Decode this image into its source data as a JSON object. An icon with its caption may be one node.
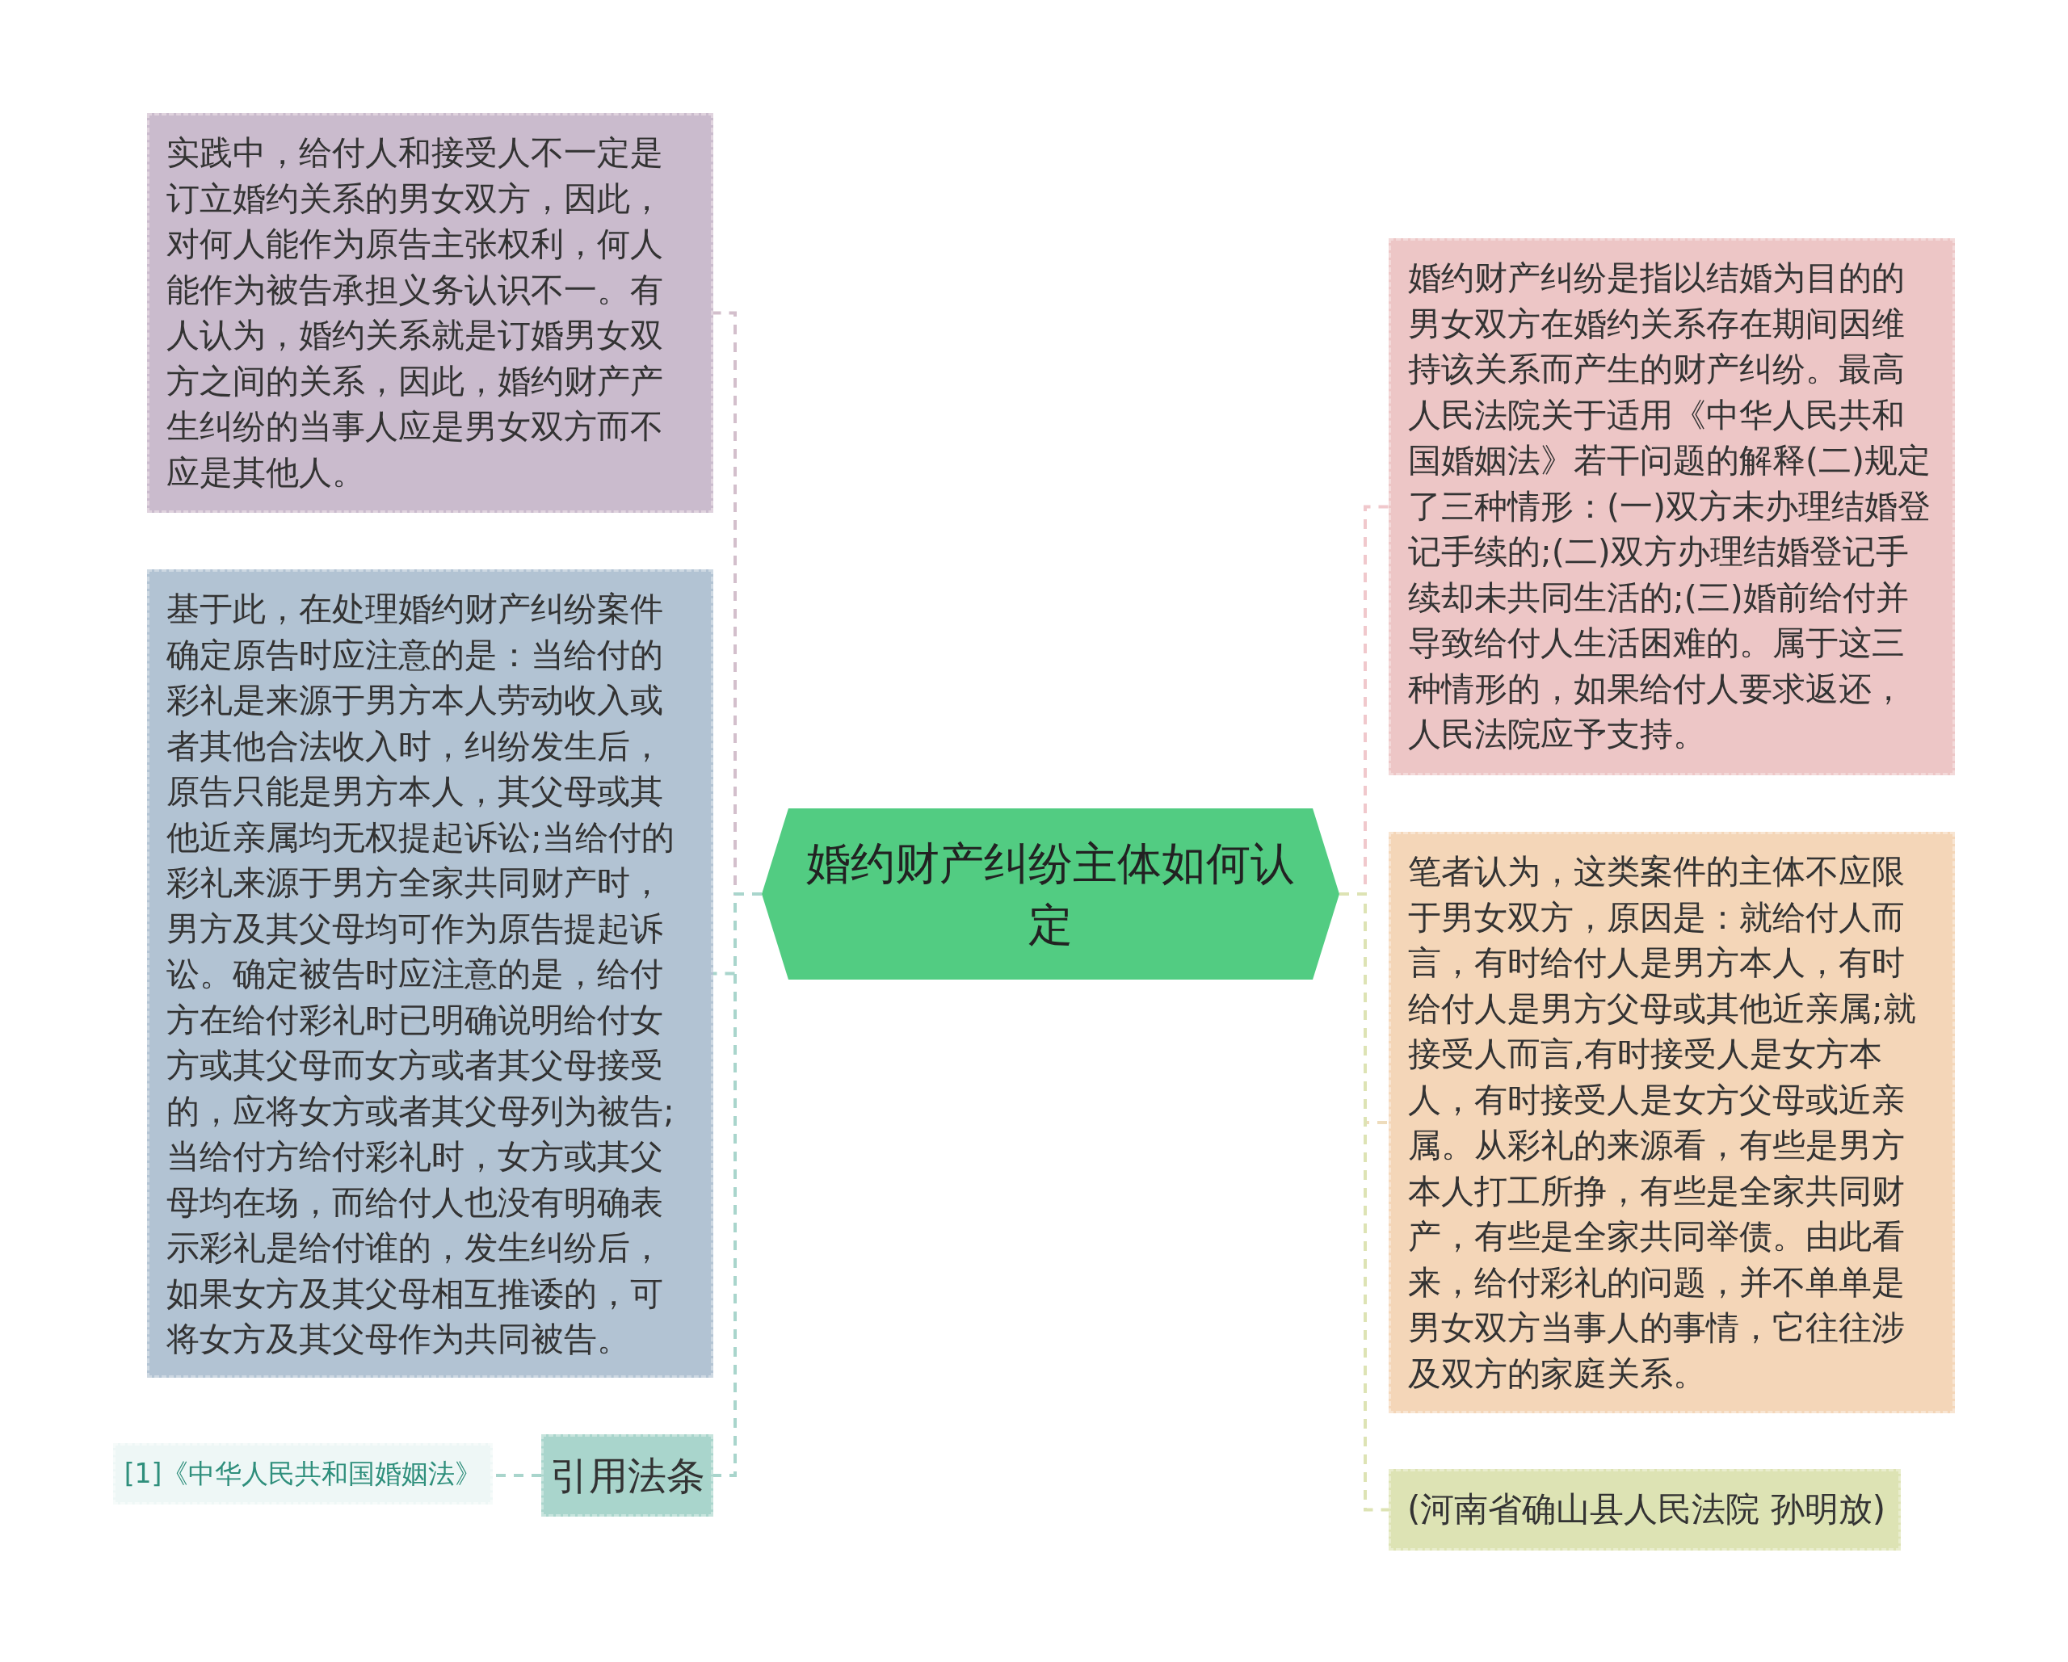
{
  "diagram": {
    "nodes": [
      {
        "text": [
          "婚约财产纠纷主体如何认定"
        ]
      },
      {
        "text": [
          "实践中，给付人和接受人不一定是订立婚约关系的男女双方，因此，对何人能作为原告主张权利，何人能作为被告承担义务认识不一。有人认为，婚约关系就是订婚男女双方之间的关系，因此，婚约财产产生纠纷的当事人应是男女双方而不应是其他人。"
        ]
      },
      {
        "text": [
          "基于此，在处理婚约财产纠纷案件确定原告时应注意的是：当给付的彩礼是来源于男方本人劳动收入或者其他合法收入时，纠纷发生后，原告只能是男方本人，其父母或其他近亲属均无权提起诉讼;当给付的彩礼来源于男方全家共同财产时，男方及其父母均可作为原告提起诉讼。确定被告时应注意的是，给付方在给付彩礼时已明确说明给付女方或其父母而女方或者其父母接受的，应将女方或者其父母列为被告;当给付方给付彩礼时，女方或其父母均在场，而给付人也没有明确表示彩礼是给付谁的，发生纠纷后，如果女方及其父母相互推诿的，可将女方及其父母作为共同被告。"
        ]
      },
      {
        "text": [
          "引用法条"
        ]
      },
      {
        "text": [
          "[1]《中华人民共和国婚姻法》"
        ]
      },
      {
        "text": [
          "婚约财产纠纷是指以结婚为目的的男女双方在婚约关系存在期间因维持该关系而产生的财产纠纷。最高人民法院关于适用《中华人民共和国婚姻法》若干问题的解释(二)规定了三种情形：(一)双方未办理结婚登记手续的;(二)双方办理结婚登记手续却未共同生活的;(三)婚前给付并导致给付人生活困难的。属于这三种情形的，如果给付人要求返还，人民法院应予支持。"
        ]
      },
      {
        "text": [
          "笔者认为，这类案件的主体不应限于男女双方，原因是：就给付人而言，有时给付人是男方本人，有时给付人是男方父母或其他近亲属;就接受人而言,有时接受人是女方本人，有时接受人是女方父母或近亲属。从彩礼的来源看，有些是男方本人打工所挣，有些是全家共同财产，有些是全家共同举债。由此看来，给付彩礼的问题，并不单单是男女双方当事人的事情，它往往涉及双方的家庭关系。"
        ]
      },
      {
        "text": [
          "(河南省确山县人民法院 孙明放)"
        ]
      }
    ],
    "edges": [
      {
        "from": 0,
        "to": 1,
        "arrow": "none",
        "color": "#d3bfcc"
      },
      {
        "from": 0,
        "to": 2,
        "arrow": "none",
        "color": "#a9d5cc"
      },
      {
        "from": 0,
        "to": 3,
        "arrow": "none",
        "color": "#a9d5cc"
      },
      {
        "from": 3,
        "to": 4,
        "arrow": "none",
        "color": "#a9d5cc"
      },
      {
        "from": 0,
        "to": 5,
        "arrow": "none",
        "color": "#f0c8cc"
      },
      {
        "from": 0,
        "to": 6,
        "arrow": "none",
        "color": "#eedcbc"
      },
      {
        "from": 0,
        "to": 7,
        "arrow": "none",
        "color": "#dde3b4"
      }
    ]
  }
}
